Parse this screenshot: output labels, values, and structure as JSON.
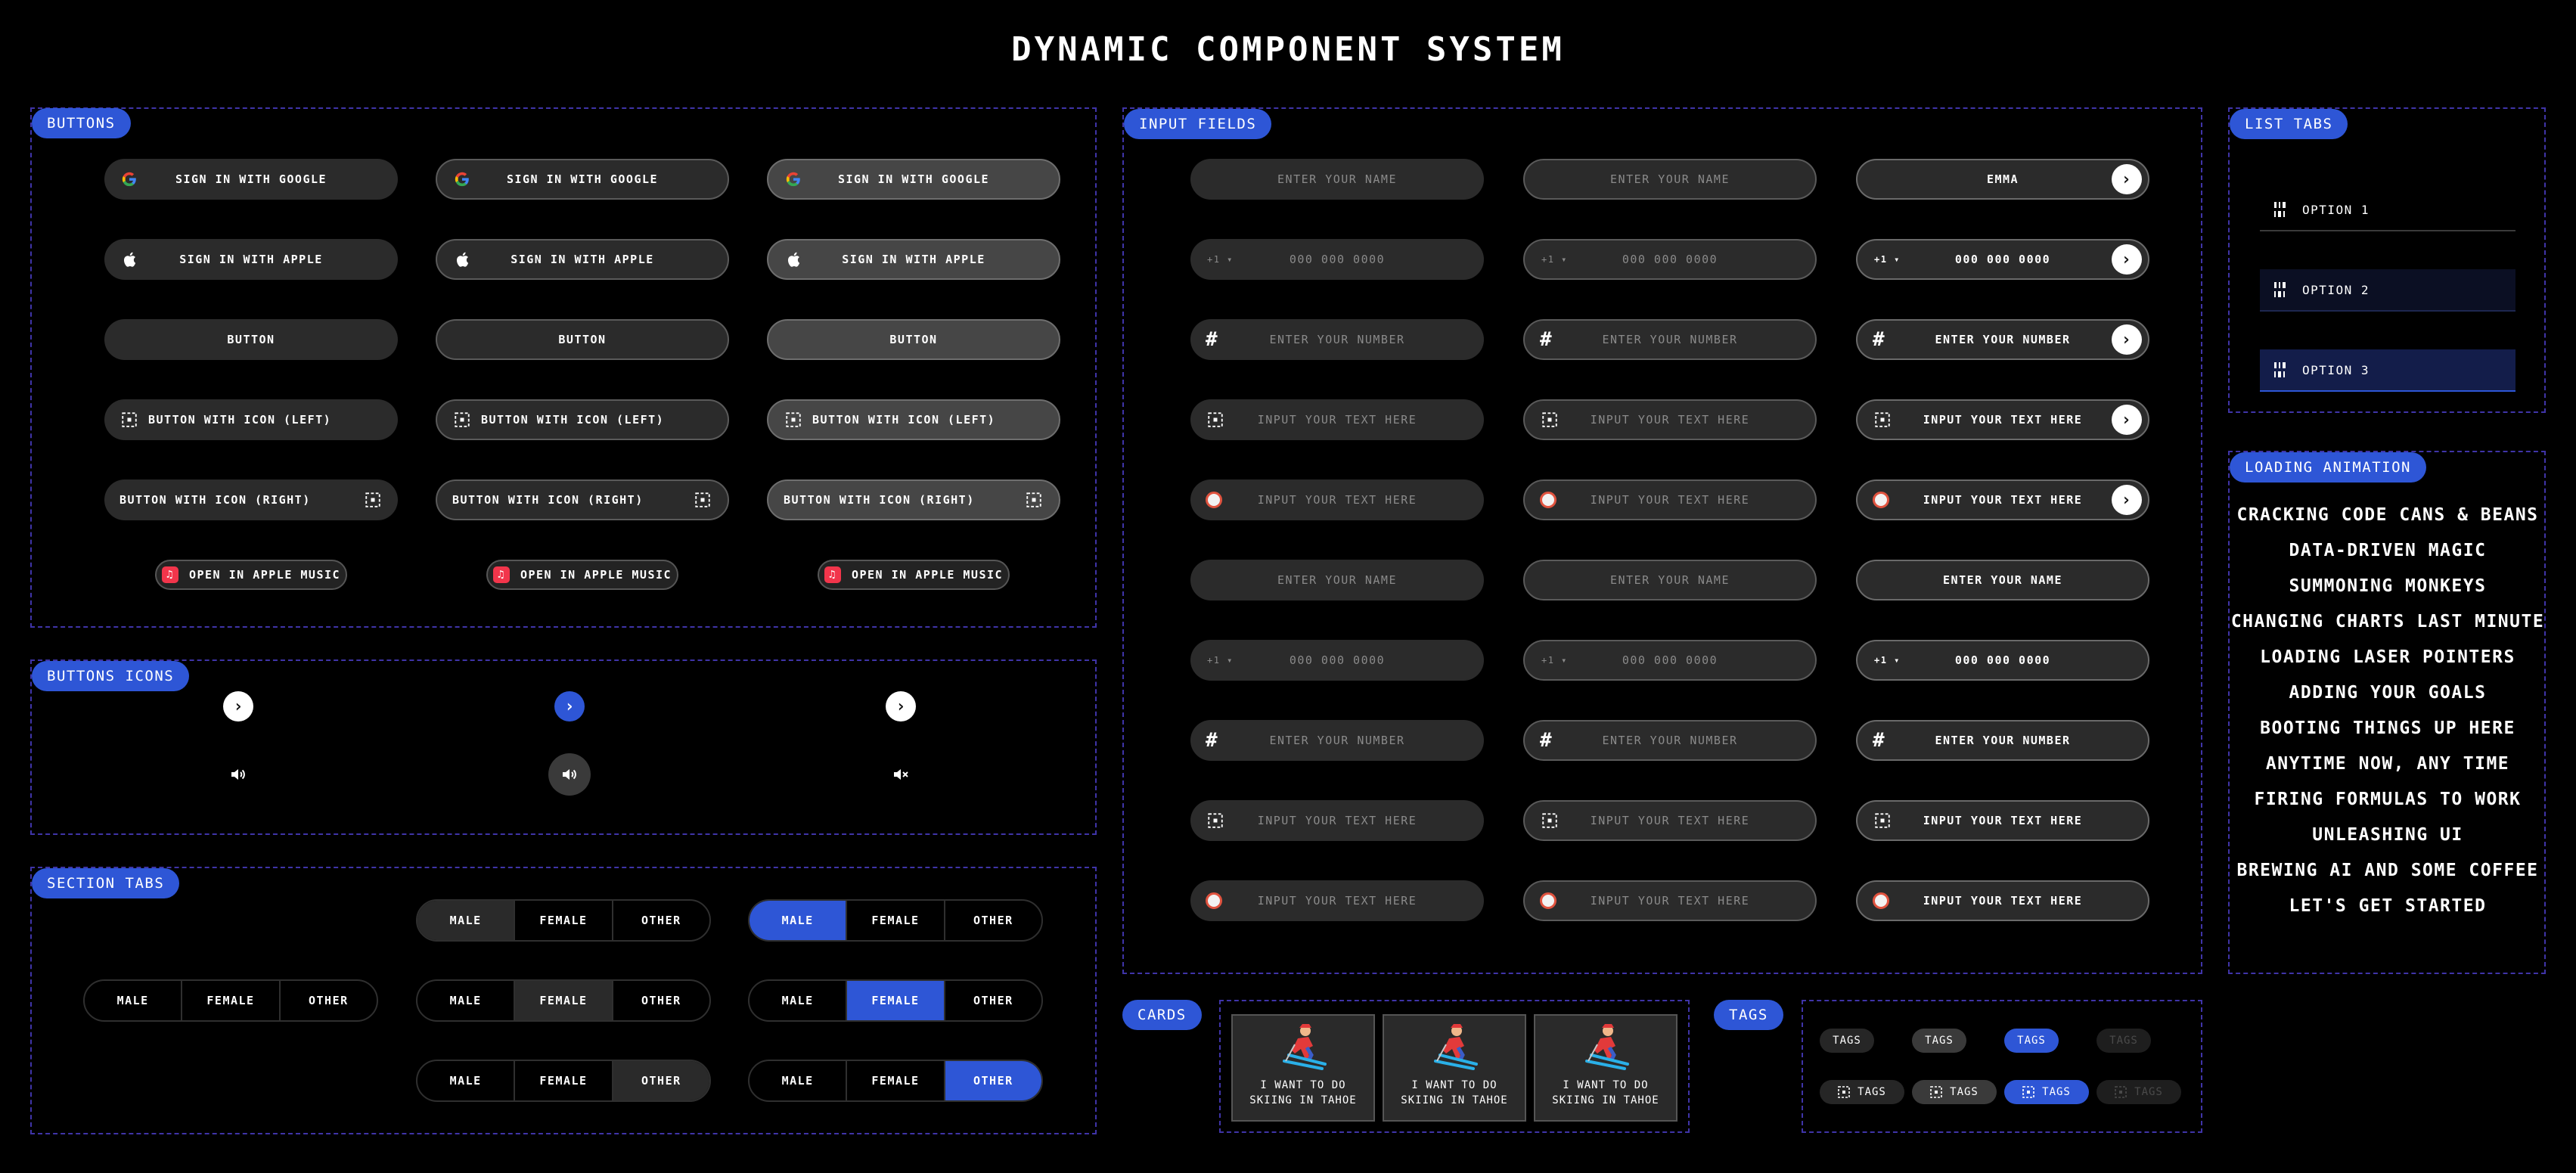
{
  "title": "DYNAMIC COMPONENT SYSTEM",
  "buttons": {
    "label": "BUTTONS",
    "google": "SIGN IN WITH GOOGLE",
    "apple": "SIGN IN WITH APPLE",
    "plain": "BUTTON",
    "icon_left": "BUTTON WITH ICON (LEFT)",
    "icon_right": "BUTTON WITH ICON (RIGHT)",
    "music": "OPEN IN APPLE MUSIC"
  },
  "buttons_icons": {
    "label": "BUTTONS ICONS"
  },
  "section_tabs": {
    "label": "SECTION TABS",
    "options": [
      "MALE",
      "FEMALE",
      "OTHER"
    ]
  },
  "input_fields": {
    "label": "INPUT FIELDS",
    "name_placeholder": "ENTER YOUR NAME",
    "name_value": "EMMA",
    "country_code": "+1 ▾",
    "phone_placeholder": "000 000 0000",
    "number_placeholder": "ENTER YOUR NUMBER",
    "text_placeholder": "INPUT YOUR TEXT HERE"
  },
  "list_tabs": {
    "label": "LIST TABS",
    "items": [
      "OPTION 1",
      "OPTION 2",
      "OPTION 3"
    ]
  },
  "loading_animation": {
    "label": "LOADING ANIMATION",
    "lines": [
      "CRACKING CODE CANS & BEANS",
      "DATA-DRIVEN MAGIC",
      "SUMMONING MONKEYS",
      "CHANGING CHARTS LAST MINUTE",
      "LOADING LASER POINTERS",
      "ADDING YOUR GOALS",
      "BOOTING THINGS UP HERE",
      "ANYTIME NOW, ANY TIME",
      "FIRING FORMULAS TO WORK",
      "UNLEASHING UI",
      "BREWING AI AND SOME COFFEE",
      "LET'S GET STARTED"
    ]
  },
  "cards": {
    "label": "CARDS",
    "items": [
      "I WANT TO DO SKIING IN TAHOE",
      "I WANT TO DO SKIING IN TAHOE",
      "I WANT TO DO SKIING IN TAHOE"
    ]
  },
  "tags": {
    "label": "TAGS",
    "tag": "TAGS"
  },
  "colors": {
    "accent": "#2e56d6",
    "panel_border": "#3f34a8",
    "music_red": "#f2354b"
  },
  "icons": [
    "google-icon",
    "apple-icon",
    "dashed-square-icon",
    "music-icon",
    "chevron-right-icon",
    "speaker-icon",
    "speaker-mute-icon",
    "barcode-icon",
    "ball-icon",
    "skier-icon",
    "hash-icon"
  ]
}
